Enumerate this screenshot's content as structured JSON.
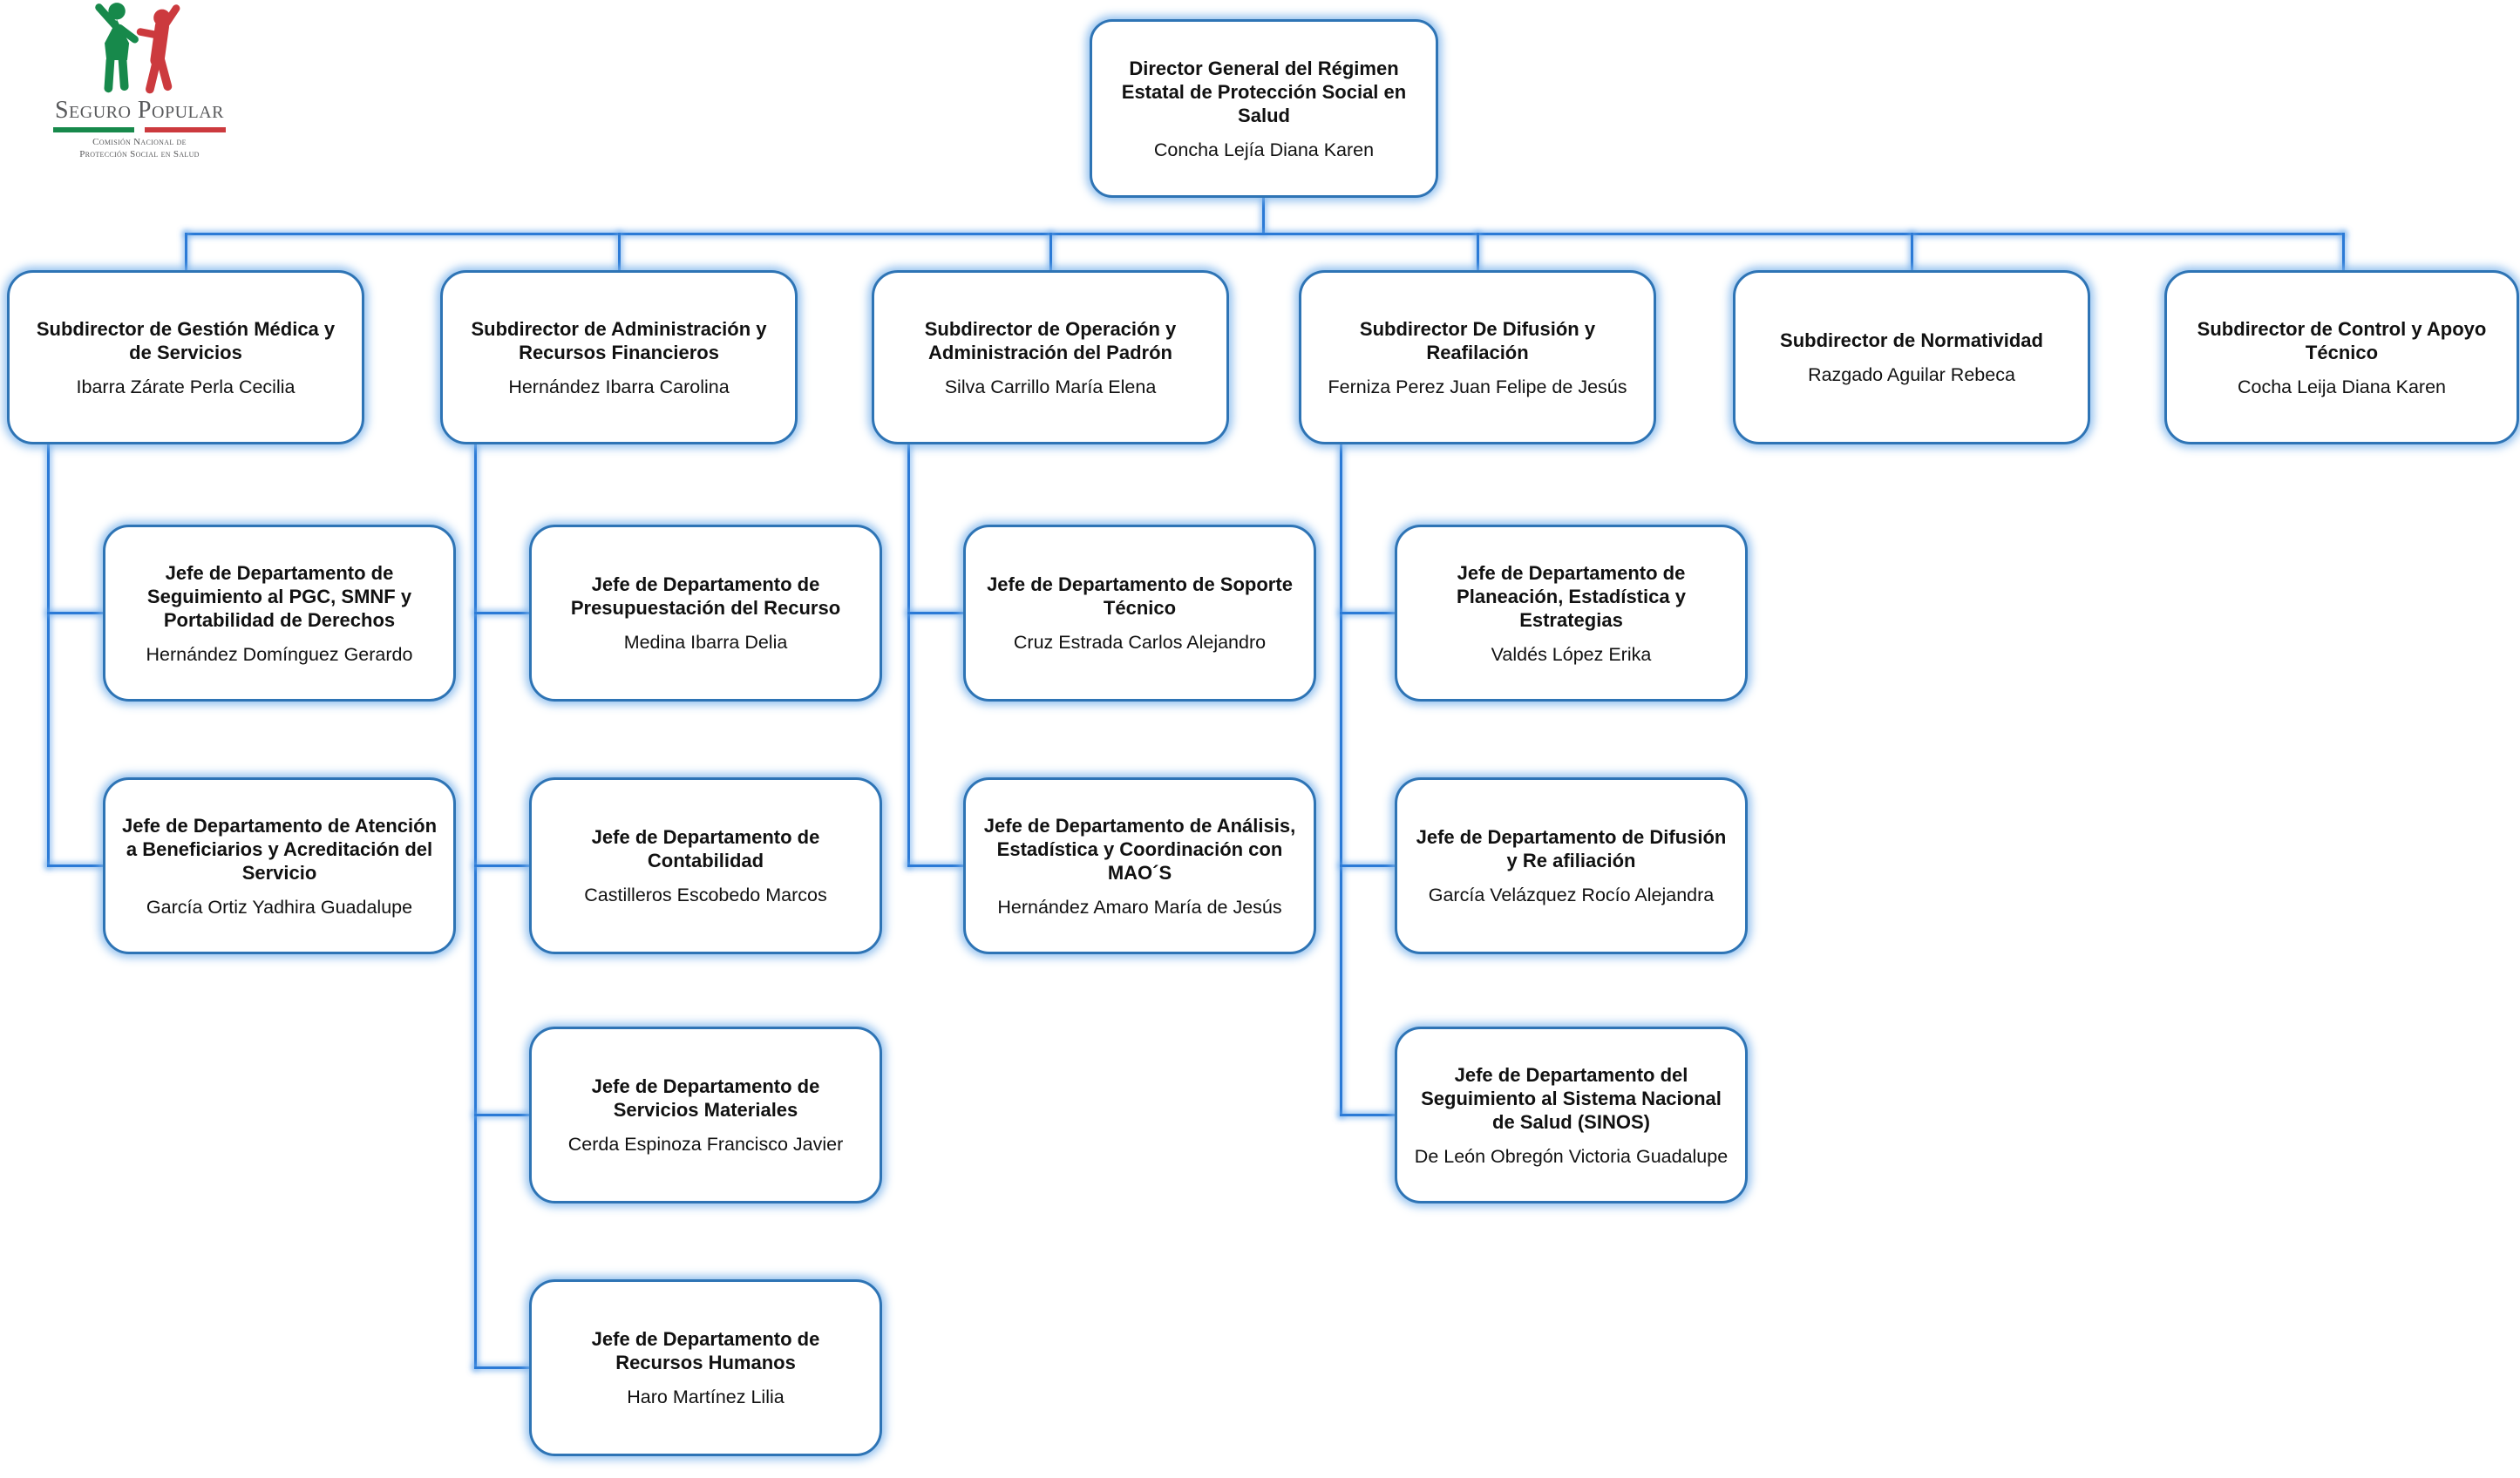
{
  "logo": {
    "brand": "Seguro Popular",
    "org_line1": "Comisión Nacional de",
    "org_line2": "Protección Social en Salud",
    "green": "#17894b",
    "red": "#cc3a3e",
    "text_color": "#58595b"
  },
  "colors": {
    "box_border": "#2e74b5",
    "box_glow": "#7db4eb",
    "connector": "#2b7ad6"
  },
  "director": {
    "title": "Director General del Régimen Estatal de Protección Social en Salud",
    "name": "Concha Lejía Diana Karen"
  },
  "subdirectors": [
    {
      "title": "Subdirector de Gestión Médica y de Servicios",
      "name": "Ibarra Zárate Perla Cecilia",
      "children": [
        {
          "title": "Jefe de Departamento de Seguimiento al PGC, SMNF y Portabilidad de Derechos",
          "name": "Hernández Domínguez Gerardo"
        },
        {
          "title": "Jefe de Departamento de Atención a Beneficiarios y Acreditación del Servicio",
          "name": "García Ortiz Yadhira Guadalupe"
        }
      ]
    },
    {
      "title": "Subdirector de Administración y Recursos Financieros",
      "name": "Hernández Ibarra Carolina",
      "children": [
        {
          "title": "Jefe de Departamento de Presupuestación del Recurso",
          "name": "Medina Ibarra Delia"
        },
        {
          "title": "Jefe de Departamento de Contabilidad",
          "name": "Castilleros Escobedo Marcos"
        },
        {
          "title": "Jefe de Departamento de Servicios Materiales",
          "name": "Cerda Espinoza Francisco Javier"
        },
        {
          "title": "Jefe de Departamento de Recursos Humanos",
          "name": "Haro Martínez Lilia"
        }
      ]
    },
    {
      "title": "Subdirector de Operación y Administración del Padrón",
      "name": "Silva Carrillo María Elena",
      "children": [
        {
          "title": "Jefe de Departamento de Soporte Técnico",
          "name": "Cruz Estrada Carlos Alejandro"
        },
        {
          "title": "Jefe de Departamento de Análisis, Estadística y Coordinación con MAO´S",
          "name": "Hernández Amaro María de Jesús"
        }
      ]
    },
    {
      "title": "Subdirector De Difusión y Reafilación",
      "name": "Ferniza Perez Juan Felipe de Jesús",
      "children": [
        {
          "title": "Jefe de Departamento de Planeación, Estadística y Estrategias",
          "name": "Valdés López Erika"
        },
        {
          "title": "Jefe de Departamento de Difusión y Re afiliación",
          "name": "García Velázquez Rocío Alejandra"
        },
        {
          "title": "Jefe de Departamento del Seguimiento al Sistema Nacional de Salud (SINOS)",
          "name": "De León Obregón Victoria Guadalupe"
        }
      ]
    },
    {
      "title": "Subdirector de Normatividad",
      "name": "Razgado Aguilar Rebeca",
      "children": []
    },
    {
      "title": "Subdirector de Control y Apoyo Técnico",
      "name": "Cocha Leija Diana Karen",
      "children": []
    }
  ]
}
